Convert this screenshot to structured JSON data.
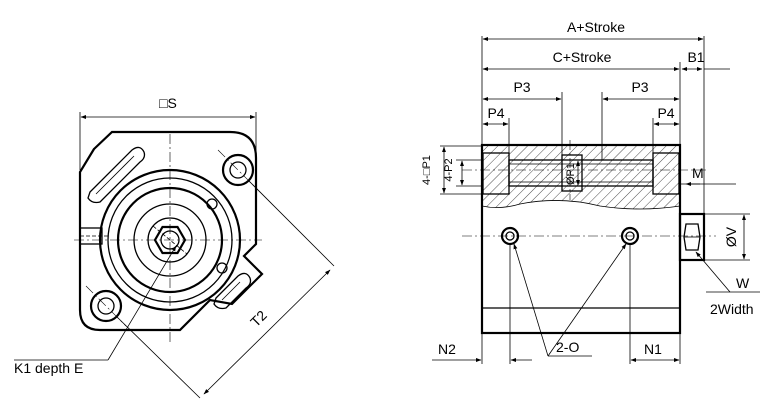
{
  "labels": {
    "square_s": "□S",
    "t2": "T2",
    "k1_depth_e": "K1 depth E",
    "a_stroke": "A+Stroke",
    "c_stroke": "C+Stroke",
    "b1": "B1",
    "p3_left": "P3",
    "p3_right": "P3",
    "p4_left": "P4",
    "p4_right": "P4",
    "four_square_p1": "4-□P1",
    "four_p2": "4-P2",
    "phi_p1": "ØP1",
    "m": "M",
    "phi_v": "ØV",
    "w": "W",
    "two_width": "2Width",
    "n2": "N2",
    "two_o": "2-O",
    "n1": "N1"
  }
}
